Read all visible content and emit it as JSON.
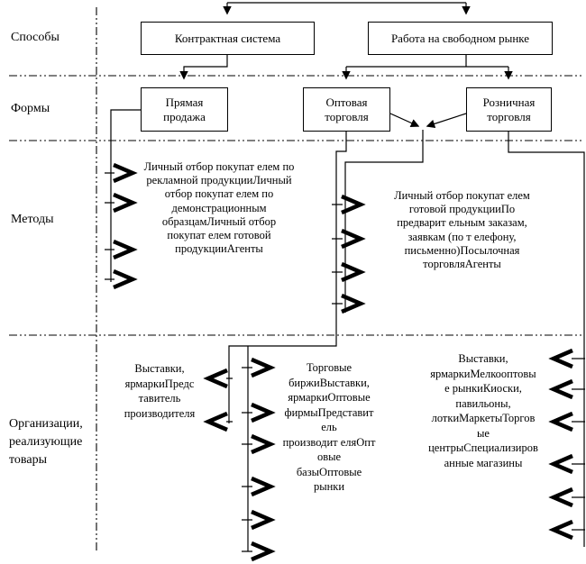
{
  "diagram_title": "",
  "row_labels": {
    "ways": "Способы",
    "forms": "Формы",
    "methods": "Методы",
    "organizations": "Организации,\nреализующие\nтовары"
  },
  "boxes": {
    "contract_system": "Контрактная система",
    "free_market": "Работа на свободном рынке",
    "direct_sale": "Прямая\nпродажа",
    "wholesale": "Оптовая\nторговля",
    "retail": "Розничная\nторговля"
  },
  "method_blocks": {
    "direct_sale": "Личный отбор покупат елем по\nрекламной продукцииЛичный\nотбор покупат елем по\nдемонстрационным\nобразцамЛичный отбор\nпокупат елем готовой\nпродукцииАгенты",
    "free_market": "Личный отбор покупат елем\nготовой продукцииПо\nпредварит ельным заказам,\nзаявкам (по т елефону,\nписьменно)Посылочная\nторговляАгенты"
  },
  "organization_blocks": {
    "direct_sale": "Выставки,\nярмаркиПредс\nтавитель\nпроизводителя",
    "wholesale": "Торговые\nбиржиВыставки,\nярмаркиОптовые\nфирмыПредставит\nель\nпроизводит еляОпт\nовые\nбазыОптовые\nрынки",
    "retail": "Выставки,\nярмаркиМелкооптовы\nе рынкиКиоски,\nпавильоны,\nлоткиМаркетыТоргов\nые\nцентрыСпециализиров\nанные магазины"
  },
  "colors": {
    "line": "#000000",
    "background": "#ffffff",
    "text": "#000000"
  }
}
